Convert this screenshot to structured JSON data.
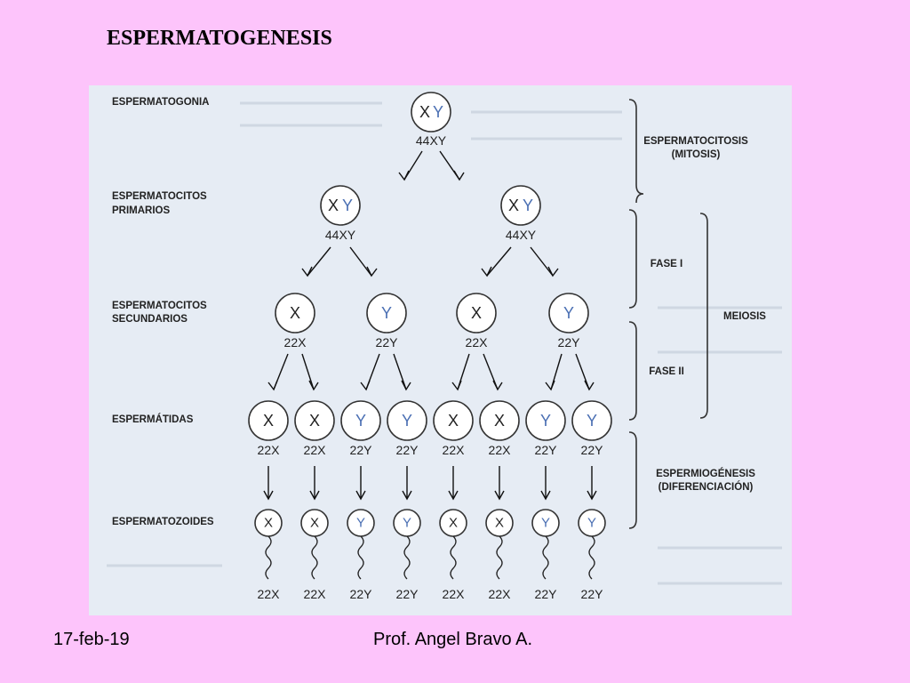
{
  "slide": {
    "title": "ESPERMATOGENESIS",
    "date": "17-feb-19",
    "author": "Prof.  Angel Bravo A."
  },
  "colors": {
    "background": "#fdc4fb",
    "panel": "#e6ecf4",
    "x_color": "#222222",
    "y_color": "#4a6fb3"
  },
  "stages": {
    "spermatogonia": "ESPERMATOGONIA",
    "primary_1": "ESPERMATOCITOS",
    "primary_2": "PRIMARIOS",
    "secondary_1": "ESPERMATOCITOS",
    "secondary_2": "SECUNDARIOS",
    "spermatids": "ESPERMÁTIDAS",
    "spermatozoa": "ESPERMATOZOIDES"
  },
  "brackets": {
    "mitosis_1": "ESPERMATOCITOSIS",
    "mitosis_2": "(MITOSIS)",
    "phase1": "FASE I",
    "phase2": "FASE II",
    "meiosis": "MEIOSIS",
    "differentiation_1": "ESPERMIOGÉNESIS",
    "differentiation_2": "(DIFERENCIACIÓN)"
  },
  "cells": {
    "spermatogonia": {
      "x": "X",
      "y": "Y",
      "count": "44XY"
    },
    "primary": [
      {
        "x": "X",
        "y": "Y",
        "count": "44XY"
      },
      {
        "x": "X",
        "y": "Y",
        "count": "44XY"
      }
    ],
    "secondary": [
      {
        "chrom": "X",
        "count": "22X"
      },
      {
        "chrom": "Y",
        "count": "22Y"
      },
      {
        "chrom": "X",
        "count": "22X"
      },
      {
        "chrom": "Y",
        "count": "22Y"
      }
    ],
    "spermatids": [
      {
        "chrom": "X",
        "count": "22X"
      },
      {
        "chrom": "X",
        "count": "22X"
      },
      {
        "chrom": "Y",
        "count": "22Y"
      },
      {
        "chrom": "Y",
        "count": "22Y"
      },
      {
        "chrom": "X",
        "count": "22X"
      },
      {
        "chrom": "X",
        "count": "22X"
      },
      {
        "chrom": "Y",
        "count": "22Y"
      },
      {
        "chrom": "Y",
        "count": "22Y"
      }
    ],
    "spermatozoa": [
      {
        "chrom": "X",
        "count": "22X"
      },
      {
        "chrom": "X",
        "count": "22X"
      },
      {
        "chrom": "Y",
        "count": "22Y"
      },
      {
        "chrom": "Y",
        "count": "22Y"
      },
      {
        "chrom": "X",
        "count": "22X"
      },
      {
        "chrom": "X",
        "count": "22X"
      },
      {
        "chrom": "Y",
        "count": "22Y"
      },
      {
        "chrom": "Y",
        "count": "22Y"
      }
    ]
  }
}
